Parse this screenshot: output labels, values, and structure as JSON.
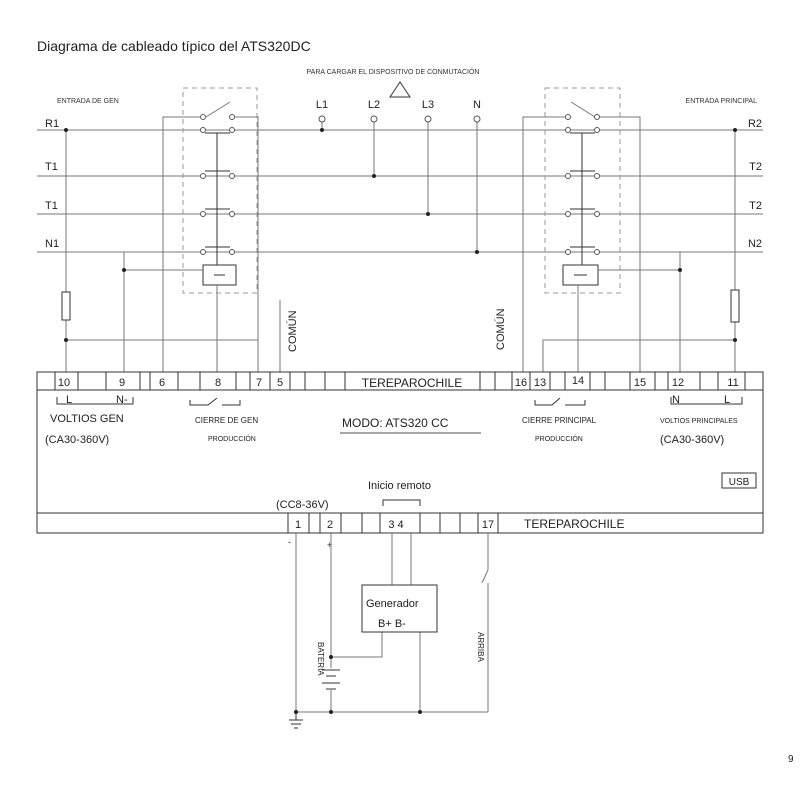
{
  "title": "Diagrama de cableado típico del ATS320DC",
  "load_note": "PARA CARGAR EL DISPOSITIVO DE CONMUTACIÓN",
  "gen_input": "ENTRADA DE GEN",
  "main_input": "ENTRADA PRINCIPAL",
  "left_lines": [
    "R1",
    "T1",
    "T1",
    "N1"
  ],
  "right_lines": [
    "R2",
    "T2",
    "T2",
    "N2"
  ],
  "load_terminals": [
    "L1",
    "L2",
    "L3",
    "N"
  ],
  "common": "COMÚN",
  "upper_strip": {
    "brand": "TEREPAROCHILE",
    "terminals": [
      "10",
      "9",
      "6",
      "8",
      "7",
      "5",
      "16",
      "13",
      "14",
      "15",
      "12",
      "11"
    ]
  },
  "gen_volts": {
    "l": "L",
    "n": "N-",
    "label": "VOLTIOS GEN",
    "range": "(CA30-360V)"
  },
  "gen_close": {
    "label": "CIERRE DE GEN",
    "sub": "PRODUCCIÓN"
  },
  "mode": "MODO: ATS320 CC",
  "main_close": {
    "label": "CIERRE PRINCIPAL",
    "sub": "PRODUCCIÓN"
  },
  "main_volts": {
    "n": "N",
    "l": "L",
    "label": "VOLTIOS PRINCIPALES",
    "range": "(CA30-360V)"
  },
  "usb": "USB",
  "lower_strip": {
    "brand": "TEREPAROCHILE",
    "supply": "(CC8-36V)",
    "remote_start": "Inicio remoto",
    "terminals": [
      "1",
      "2",
      "3 4",
      "17"
    ],
    "minus": "-",
    "plus": "+"
  },
  "generator": {
    "label": "Generador",
    "terminals": "B+ B-"
  },
  "battery": "BATERIA",
  "up_label": "ARRIBA",
  "page_number": "9"
}
